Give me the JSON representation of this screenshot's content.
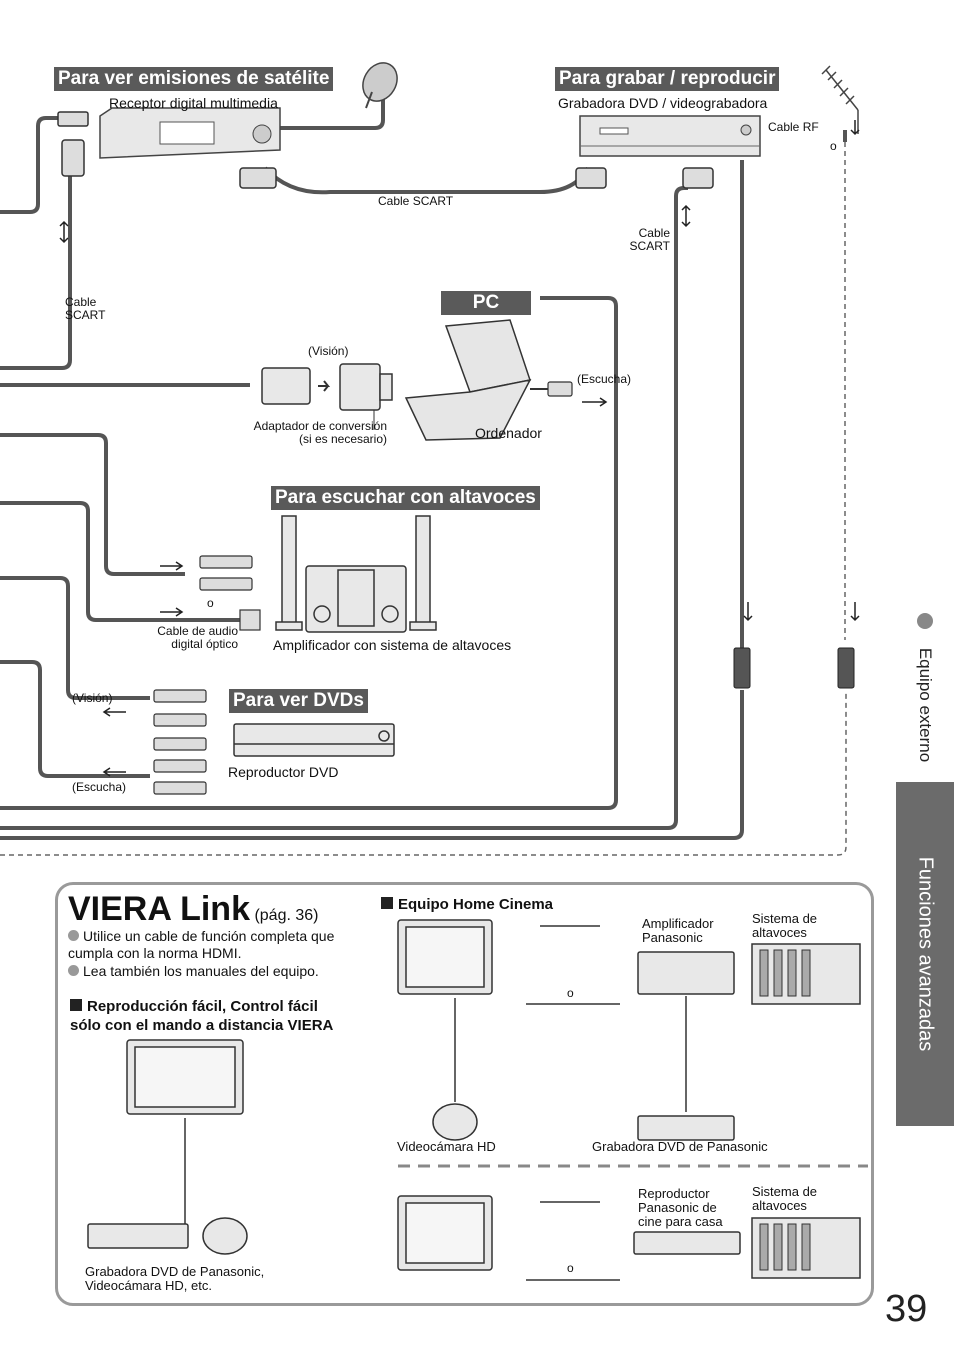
{
  "sections": {
    "satellite": "Para ver emisiones de satélite",
    "record": "Para grabar / reproducir",
    "pc": "PC",
    "speakers": "Para escuchar con altavoces",
    "dvd": "Para ver DVDs"
  },
  "devices": {
    "receiver": "Receptor digital multimedia",
    "recorder": "Grabadora DVD / videograbadora",
    "computer": "Ordenador",
    "amplifier": "Amplificador con sistema de altavoces",
    "dvd_player": "Reproductor DVD"
  },
  "cables": {
    "scart_mid": "Cable SCART",
    "scart_left": "Cable\nSCART",
    "scart_right": "Cable\nSCART",
    "rf": "Cable RF",
    "or1": "o",
    "vision1": "(Visión)",
    "escucha1": "(Escucha)",
    "adapter": "Adaptador de conversión\n(si es necesario)",
    "or2": "o",
    "optical": "Cable de audio\ndigital óptico",
    "vision2": "(Visión)",
    "escucha2": "(Escucha)"
  },
  "side": {
    "label": "Equipo externo",
    "tab": "Funciones avanzadas"
  },
  "viera": {
    "title": "VIERA Link",
    "page_ref": "(pág. 36)",
    "bullet1": "Utilice un cable de función completa que\ncumpla con la norma HDMI.",
    "bullet2": "Lea también los manuales del equipo.",
    "sub_heading": "Reproducción fácil, Control fácil\nsólo con el mando a distancia VIERA",
    "bottom_caption": "Grabadora DVD de Panasonic,\nVideocámara HD, etc.",
    "home_cinema_heading": "Equipo Home Cinema",
    "amp_label": "Amplificador\nPanasonic",
    "speakers_label1": "Sistema de\naltavoces",
    "or_a": "o",
    "camcorder": "Videocámara HD",
    "pana_dvd": "Grabadora DVD de Panasonic",
    "player_label": "Reproductor\nPanasonic de\ncine para casa",
    "speakers_label2": "Sistema de\naltavoces",
    "or_b": "o"
  },
  "page_number": "39"
}
